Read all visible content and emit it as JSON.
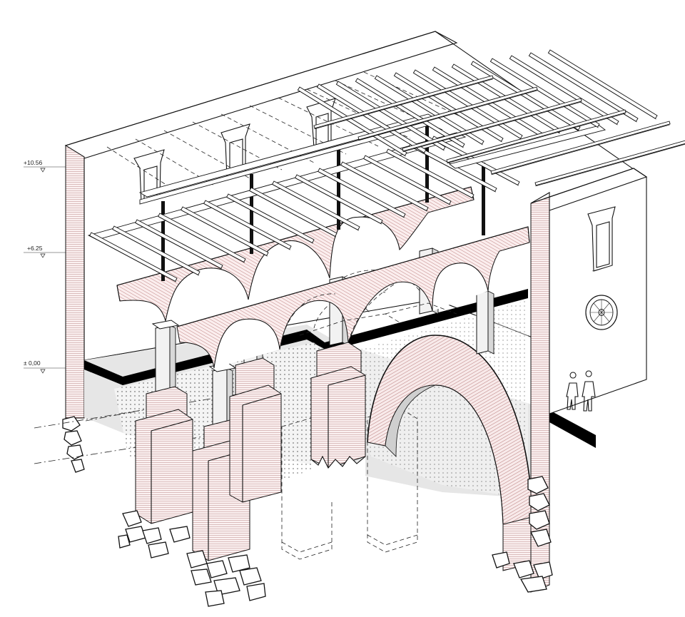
{
  "drawing": {
    "levels": [
      {
        "label": "+10.56"
      },
      {
        "label": "+6.25"
      },
      {
        "label": "± 0,00"
      }
    ]
  },
  "colors": {
    "cut_hatch": "#b06a6a",
    "ink": "#111111",
    "ground_grey": "#e6e6e6",
    "paper": "#ffffff"
  },
  "icons": {
    "level_marker": "level-triangle-icon",
    "rose_window": "rose-window-icon",
    "figures": "human-figures-icon"
  }
}
